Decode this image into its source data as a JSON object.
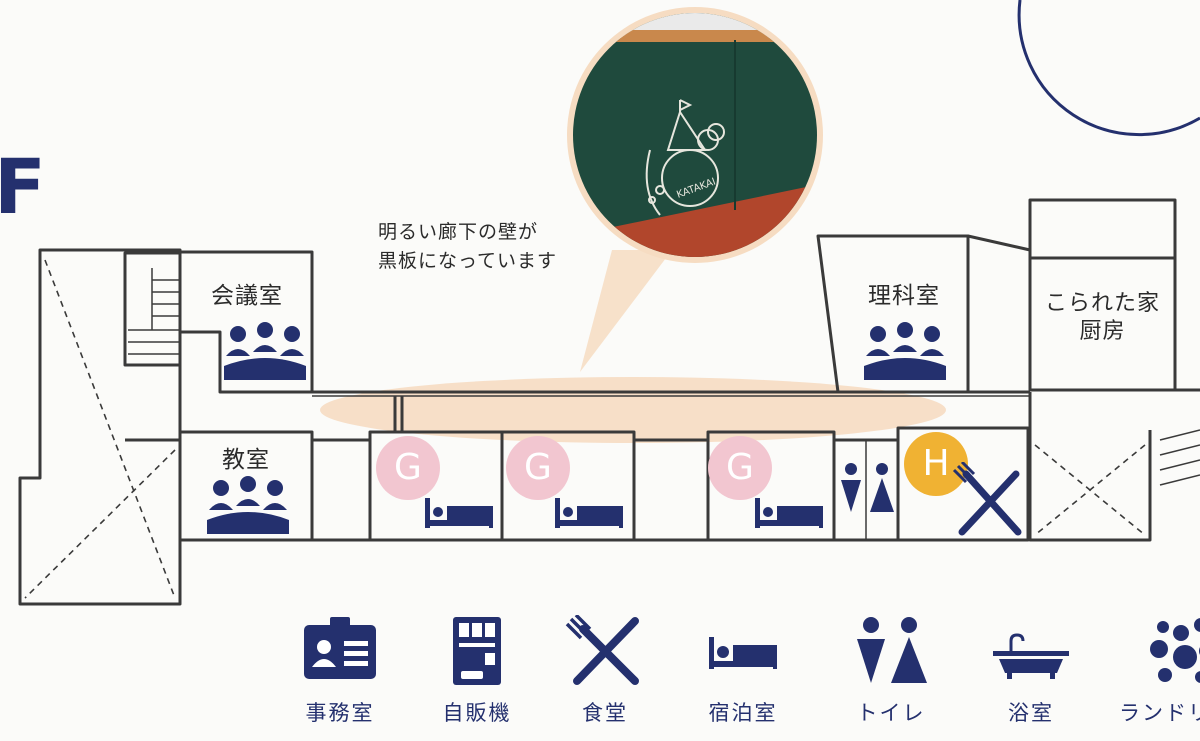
{
  "floor": {
    "label": "F"
  },
  "callout": {
    "line1": "明るい廊下の壁が",
    "line2": "黒板になっています",
    "photo_text": "KATAKAI"
  },
  "rooms": {
    "meeting_room": "会議室",
    "classroom": "教室",
    "science_room": "理科室",
    "kitchen_line1": "こられた家",
    "kitchen_line2": "厨房"
  },
  "badges": {
    "guest_1": "G",
    "guest_2": "G",
    "guest_3": "G",
    "dining": "H"
  },
  "legend": [
    {
      "label": "事務室",
      "icon": "office-icon"
    },
    {
      "label": "自販機",
      "icon": "vending-machine-icon"
    },
    {
      "label": "食堂",
      "icon": "fork-knife-icon"
    },
    {
      "label": "宿泊室",
      "icon": "bed-icon"
    },
    {
      "label": "トイレ",
      "icon": "restroom-icon"
    },
    {
      "label": "浴室",
      "icon": "bathtub-icon"
    },
    {
      "label": "ランドリ",
      "icon": "laundry-icon"
    }
  ],
  "colors": {
    "navy": "#24306e",
    "wall": "#3a3a3a",
    "guest_badge": "#f2c6d0",
    "dining_badge": "#f0b233",
    "corridor_highlight": "#f6dcc2"
  }
}
